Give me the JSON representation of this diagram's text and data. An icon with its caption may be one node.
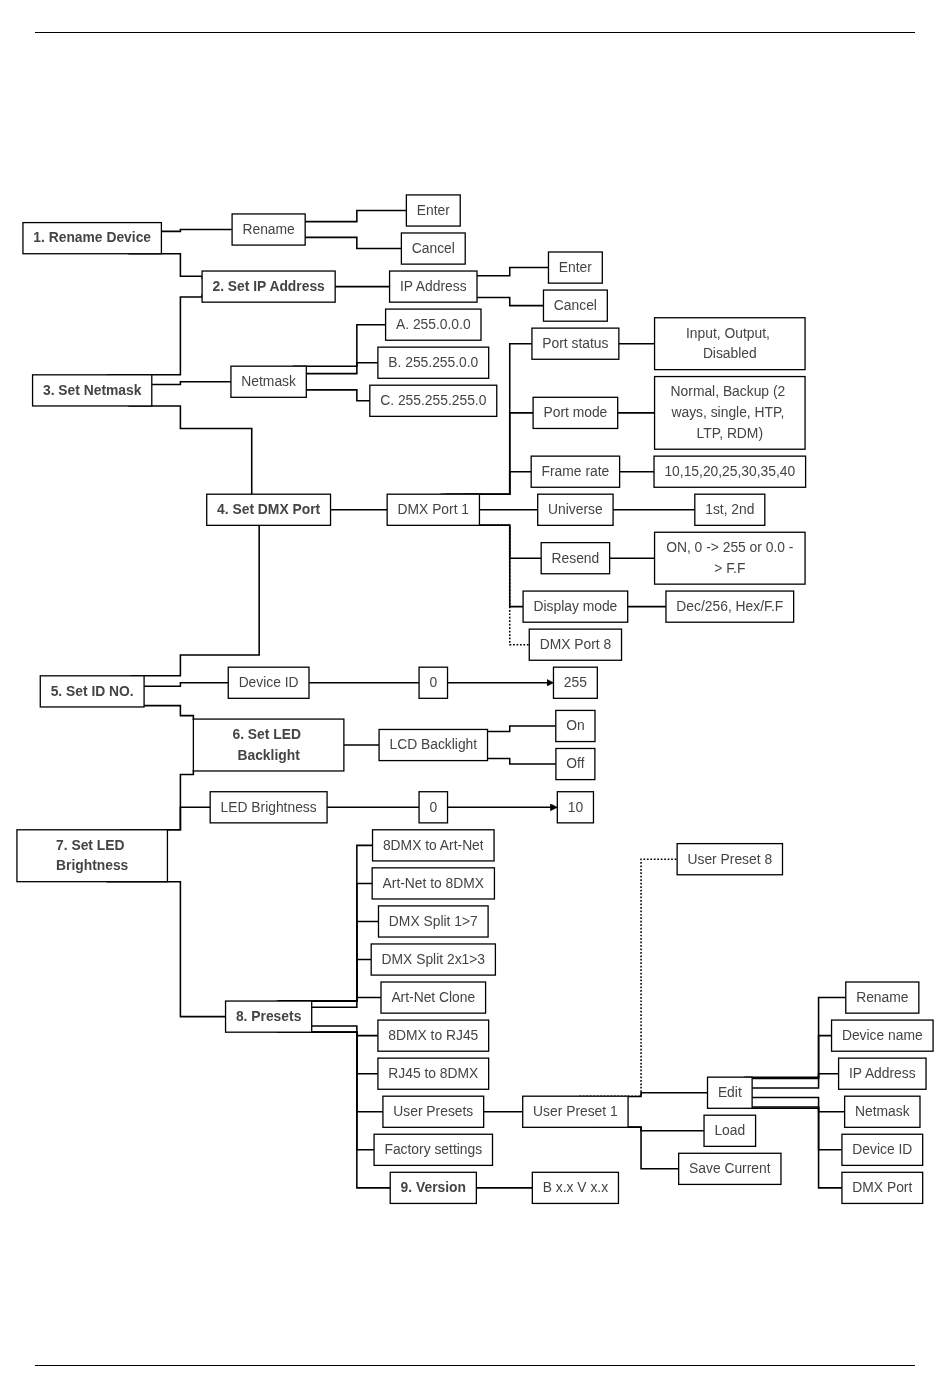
{
  "diagram": {
    "nodes": [
      {
        "text": [
          "1. Rename Device"
        ]
      },
      {
        "text": [
          "Rename"
        ]
      },
      {
        "text": [
          "Enter"
        ]
      },
      {
        "text": [
          "Cancel"
        ]
      },
      {
        "text": [
          "2. Set IP Address"
        ]
      },
      {
        "text": [
          "IP Address"
        ]
      },
      {
        "text": [
          "Enter"
        ]
      },
      {
        "text": [
          "Cancel"
        ]
      },
      {
        "text": [
          "3. Set Netmask"
        ]
      },
      {
        "text": [
          "Netmask"
        ]
      },
      {
        "text": [
          "A. 255.0.0.0"
        ]
      },
      {
        "text": [
          "B. 255.255.0.0"
        ]
      },
      {
        "text": [
          "C. 255.255.255.0"
        ]
      },
      {
        "text": [
          "4. Set DMX Port"
        ]
      },
      {
        "text": [
          "DMX Port 1"
        ]
      },
      {
        "text": [
          "Port status"
        ]
      },
      {
        "text": [
          "Input, Output, Disabled"
        ]
      },
      {
        "text": [
          "Port mode"
        ]
      },
      {
        "text": [
          "Normal, Backup (2 ways, single, HTP, LTP, RDM)"
        ]
      },
      {
        "text": [
          "Frame rate"
        ]
      },
      {
        "text": [
          "10,15,20,25,30,35,40"
        ]
      },
      {
        "text": [
          "Universe"
        ]
      },
      {
        "text": [
          "1st, 2nd"
        ]
      },
      {
        "text": [
          "Resend"
        ]
      },
      {
        "text": [
          "ON, 0 -> 255 or 0.0 -> F.F"
        ]
      },
      {
        "text": [
          "Display mode"
        ]
      },
      {
        "text": [
          "Dec/256, Hex/F.F"
        ]
      },
      {
        "text": [
          "DMX Port 8"
        ]
      },
      {
        "text": [
          "5. Set ID NO."
        ]
      },
      {
        "text": [
          "Device ID"
        ]
      },
      {
        "text": [
          "0"
        ]
      },
      {
        "text": [
          "255"
        ]
      },
      {
        "text": [
          "6. Set LED Backlight"
        ]
      },
      {
        "text": [
          "LCD Backlight"
        ]
      },
      {
        "text": [
          "On"
        ]
      },
      {
        "text": [
          "Off"
        ]
      },
      {
        "text": [
          "7. Set LED Brightness"
        ]
      },
      {
        "text": [
          "LED Brightness"
        ]
      },
      {
        "text": [
          "0"
        ]
      },
      {
        "text": [
          "10"
        ]
      },
      {
        "text": [
          "8. Presets"
        ]
      },
      {
        "text": [
          "8DMX to Art-Net"
        ]
      },
      {
        "text": [
          "Art-Net to 8DMX"
        ]
      },
      {
        "text": [
          "DMX Split 1>7"
        ]
      },
      {
        "text": [
          "DMX Split 2x1>3"
        ]
      },
      {
        "text": [
          "Art-Net Clone"
        ]
      },
      {
        "text": [
          "8DMX to RJ45"
        ]
      },
      {
        "text": [
          "RJ45 to 8DMX"
        ]
      },
      {
        "text": [
          "User Presets"
        ]
      },
      {
        "text": [
          "User Preset 1"
        ]
      },
      {
        "text": [
          "User Preset 8"
        ]
      },
      {
        "text": [
          "Edit"
        ]
      },
      {
        "text": [
          "Load"
        ]
      },
      {
        "text": [
          "Save Current"
        ]
      },
      {
        "text": [
          "Rename"
        ]
      },
      {
        "text": [
          "Device name"
        ]
      },
      {
        "text": [
          "IP Address"
        ]
      },
      {
        "text": [
          "Netmask"
        ]
      },
      {
        "text": [
          "Device ID"
        ]
      },
      {
        "text": [
          "DMX Port"
        ]
      },
      {
        "text": [
          "Factory settings"
        ]
      },
      {
        "text": [
          "9. Version"
        ]
      },
      {
        "text": [
          "B x.x V x.x"
        ]
      }
    ],
    "edges": [
      {
        "from": 0,
        "to": 4,
        "arrow": "none"
      },
      {
        "from": 4,
        "to": 8,
        "arrow": "none"
      },
      {
        "from": 8,
        "to": 13,
        "arrow": "none"
      },
      {
        "from": 13,
        "to": 28,
        "arrow": "none"
      },
      {
        "from": 28,
        "to": 32,
        "arrow": "none"
      },
      {
        "from": 32,
        "to": 36,
        "arrow": "none"
      },
      {
        "from": 36,
        "to": 40,
        "arrow": "none"
      },
      {
        "from": 40,
        "to": 61,
        "arrow": "none"
      },
      {
        "from": 0,
        "to": 1,
        "arrow": "none"
      },
      {
        "from": 1,
        "to": 2,
        "arrow": "none"
      },
      {
        "from": 1,
        "to": 3,
        "arrow": "none"
      },
      {
        "from": 4,
        "to": 5,
        "arrow": "none"
      },
      {
        "from": 5,
        "to": 6,
        "arrow": "none"
      },
      {
        "from": 5,
        "to": 7,
        "arrow": "none"
      },
      {
        "from": 8,
        "to": 9,
        "arrow": "none"
      },
      {
        "from": 9,
        "to": 10,
        "arrow": "none"
      },
      {
        "from": 9,
        "to": 11,
        "arrow": "none"
      },
      {
        "from": 9,
        "to": 12,
        "arrow": "none"
      },
      {
        "from": 13,
        "to": 14,
        "arrow": "none"
      },
      {
        "from": 14,
        "to": 27,
        "arrow": "none",
        "style": "dashed"
      },
      {
        "from": 14,
        "to": 15,
        "arrow": "none"
      },
      {
        "from": 15,
        "to": 16,
        "arrow": "none"
      },
      {
        "from": 14,
        "to": 17,
        "arrow": "none"
      },
      {
        "from": 17,
        "to": 18,
        "arrow": "none"
      },
      {
        "from": 14,
        "to": 19,
        "arrow": "none"
      },
      {
        "from": 19,
        "to": 20,
        "arrow": "none"
      },
      {
        "from": 14,
        "to": 21,
        "arrow": "none"
      },
      {
        "from": 21,
        "to": 22,
        "arrow": "none"
      },
      {
        "from": 14,
        "to": 23,
        "arrow": "none"
      },
      {
        "from": 23,
        "to": 24,
        "arrow": "none"
      },
      {
        "from": 14,
        "to": 25,
        "arrow": "none"
      },
      {
        "from": 25,
        "to": 26,
        "arrow": "none"
      },
      {
        "from": 28,
        "to": 29,
        "arrow": "none"
      },
      {
        "from": 29,
        "to": 30,
        "arrow": "none"
      },
      {
        "from": 30,
        "to": 31,
        "arrow": "to"
      },
      {
        "from": 32,
        "to": 33,
        "arrow": "none"
      },
      {
        "from": 33,
        "to": 34,
        "arrow": "none"
      },
      {
        "from": 33,
        "to": 35,
        "arrow": "none"
      },
      {
        "from": 36,
        "to": 37,
        "arrow": "none"
      },
      {
        "from": 37,
        "to": 38,
        "arrow": "none"
      },
      {
        "from": 38,
        "to": 39,
        "arrow": "to"
      },
      {
        "from": 40,
        "to": 41,
        "arrow": "none"
      },
      {
        "from": 40,
        "to": 42,
        "arrow": "none"
      },
      {
        "from": 40,
        "to": 43,
        "arrow": "none"
      },
      {
        "from": 40,
        "to": 44,
        "arrow": "none"
      },
      {
        "from": 40,
        "to": 45,
        "arrow": "none"
      },
      {
        "from": 40,
        "to": 46,
        "arrow": "none"
      },
      {
        "from": 40,
        "to": 47,
        "arrow": "none"
      },
      {
        "from": 40,
        "to": 48,
        "arrow": "none"
      },
      {
        "from": 40,
        "to": 60,
        "arrow": "none"
      },
      {
        "from": 48,
        "to": 49,
        "arrow": "none"
      },
      {
        "from": 49,
        "to": 50,
        "arrow": "none",
        "style": "dashed"
      },
      {
        "from": 49,
        "to": 51,
        "arrow": "none"
      },
      {
        "from": 49,
        "to": 52,
        "arrow": "none"
      },
      {
        "from": 49,
        "to": 53,
        "arrow": "none"
      },
      {
        "from": 51,
        "to": 54,
        "arrow": "none"
      },
      {
        "from": 51,
        "to": 55,
        "arrow": "none"
      },
      {
        "from": 51,
        "to": 56,
        "arrow": "none"
      },
      {
        "from": 51,
        "to": 57,
        "arrow": "none"
      },
      {
        "from": 51,
        "to": 58,
        "arrow": "none"
      },
      {
        "from": 51,
        "to": 59,
        "arrow": "none"
      },
      {
        "from": 61,
        "to": 62,
        "arrow": "none"
      }
    ]
  }
}
